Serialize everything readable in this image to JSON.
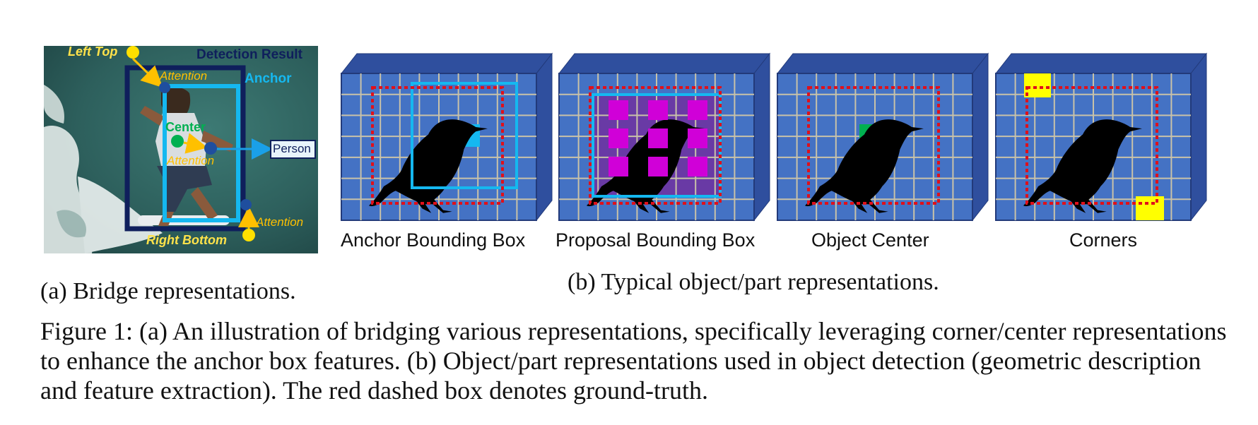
{
  "figure_a": {
    "labels": {
      "left_top": "Left Top",
      "detection_result": "Detection Result",
      "anchor": "Anchor",
      "attention_1": "Attention",
      "center": "Center",
      "attention_2": "Attention",
      "person": "Person",
      "attention_3": "Attention",
      "right_bottom": "Right Bottom"
    },
    "sub_caption": "(a) Bridge representations."
  },
  "figure_b": {
    "panels": [
      {
        "id": "anchor",
        "label": "Anchor Bounding Box"
      },
      {
        "id": "proposal",
        "label": "Proposal Bounding Box"
      },
      {
        "id": "center",
        "label": "Object Center"
      },
      {
        "id": "corners",
        "label": "Corners"
      }
    ],
    "sub_caption": "(b) Typical object/part representations."
  },
  "caption": "Figure 1: (a) An illustration of bridging various representations, specifically leveraging corner/center representations to enhance the anchor box features. (b) Object/part representations used in object detection (geometric description and feature extraction). The red dashed box denotes ground-truth.",
  "colors": {
    "grid_face": "#4472c4",
    "grid_side": "#2f4f9e",
    "grid_line": "#c9c2a8",
    "gt_box": "#e0101a",
    "anchor_box": "#15b8f0",
    "center_cell": "#00b050",
    "corner_cell": "#ffff00",
    "proposal_fill": "#7030a0",
    "proposal_points": "#d000d8",
    "detection_box": "#0f1f5c",
    "attention_text": "#ffc000",
    "left_top_text": "#ffe24a"
  }
}
